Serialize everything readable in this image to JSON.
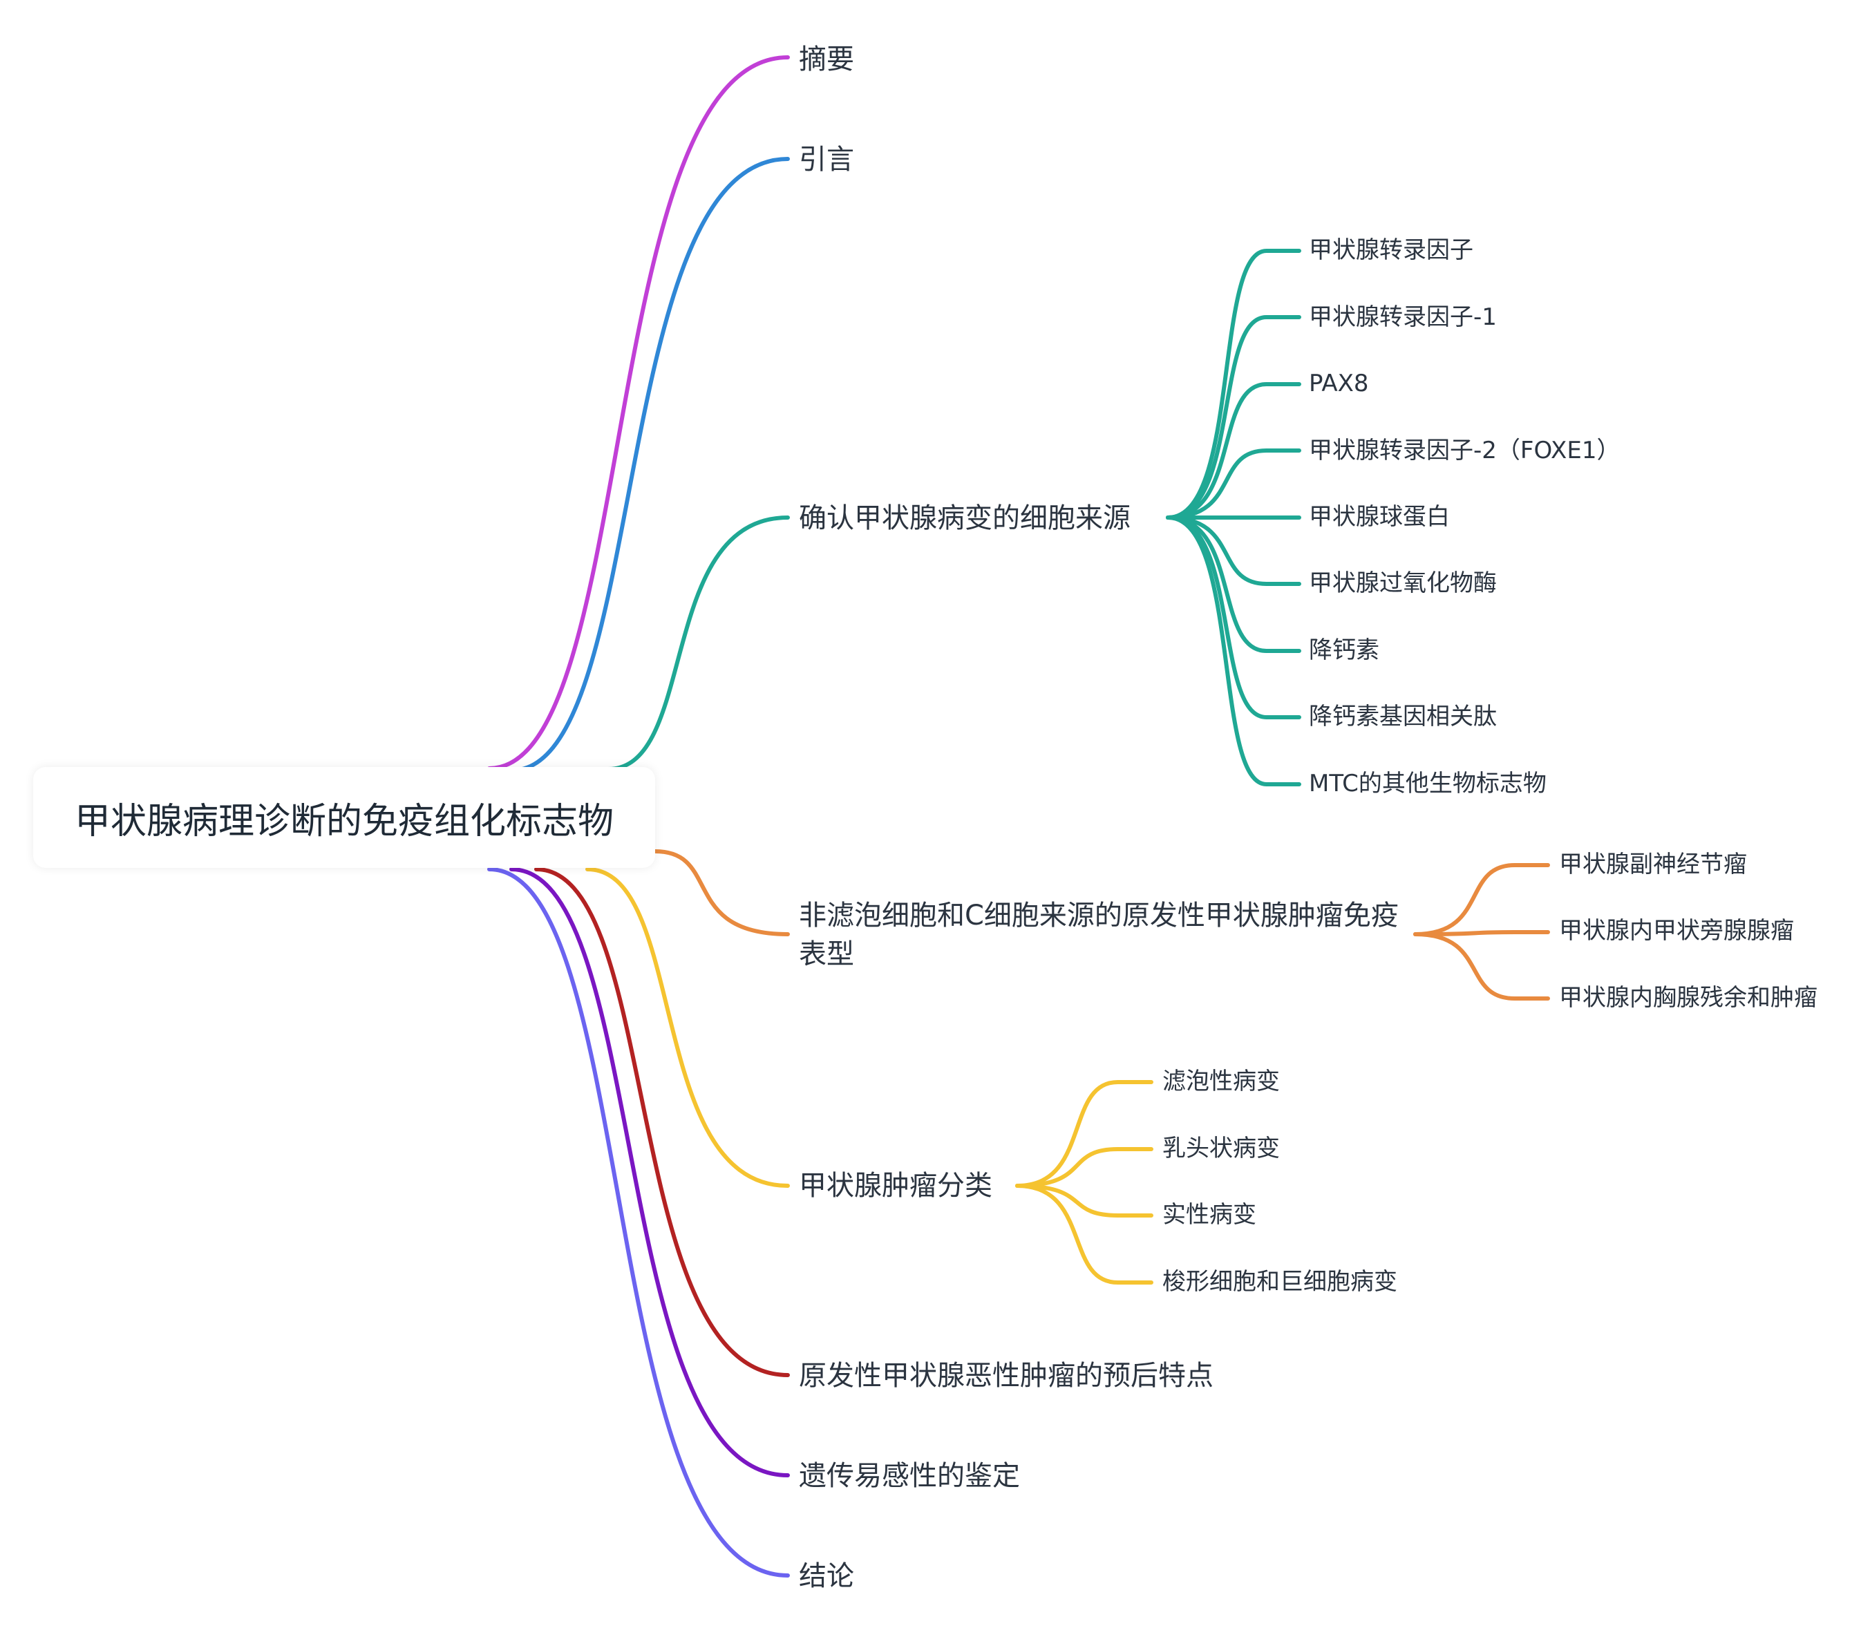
{
  "root": {
    "label": "甲状腺病理诊断的免疫组化标志物"
  },
  "branches": [
    {
      "label": "摘要",
      "color": "#c13fd6",
      "children": []
    },
    {
      "label": "引言",
      "color": "#2f87d6",
      "children": []
    },
    {
      "label": "确认甲状腺病变的细胞来源",
      "color": "#1fa894",
      "children": [
        "甲状腺转录因子",
        "甲状腺转录因子-1",
        "PAX8",
        "甲状腺转录因子-2（FOXE1）",
        "甲状腺球蛋白",
        "甲状腺过氧化物酶",
        "降钙素",
        "降钙素基因相关肽",
        "MTC的其他生物标志物"
      ]
    },
    {
      "label": "非滤泡细胞和C细胞来源的原发性甲状腺肿瘤免疫表型",
      "color": "#e88a3f",
      "children": [
        "甲状腺副神经节瘤",
        "甲状腺内甲状旁腺腺瘤",
        "甲状腺内胸腺残余和肿瘤"
      ]
    },
    {
      "label": "甲状腺肿瘤分类",
      "color": "#f5c330",
      "children": [
        "滤泡性病变",
        "乳头状病变",
        "实性病变",
        "梭形细胞和巨细胞病变"
      ]
    },
    {
      "label": "原发性甲状腺恶性肿瘤的预后特点",
      "color": "#b32222",
      "children": []
    },
    {
      "label": "遗传易感性的鉴定",
      "color": "#7a16c2",
      "children": []
    },
    {
      "label": "结论",
      "color": "#6b63f0",
      "children": []
    }
  ]
}
